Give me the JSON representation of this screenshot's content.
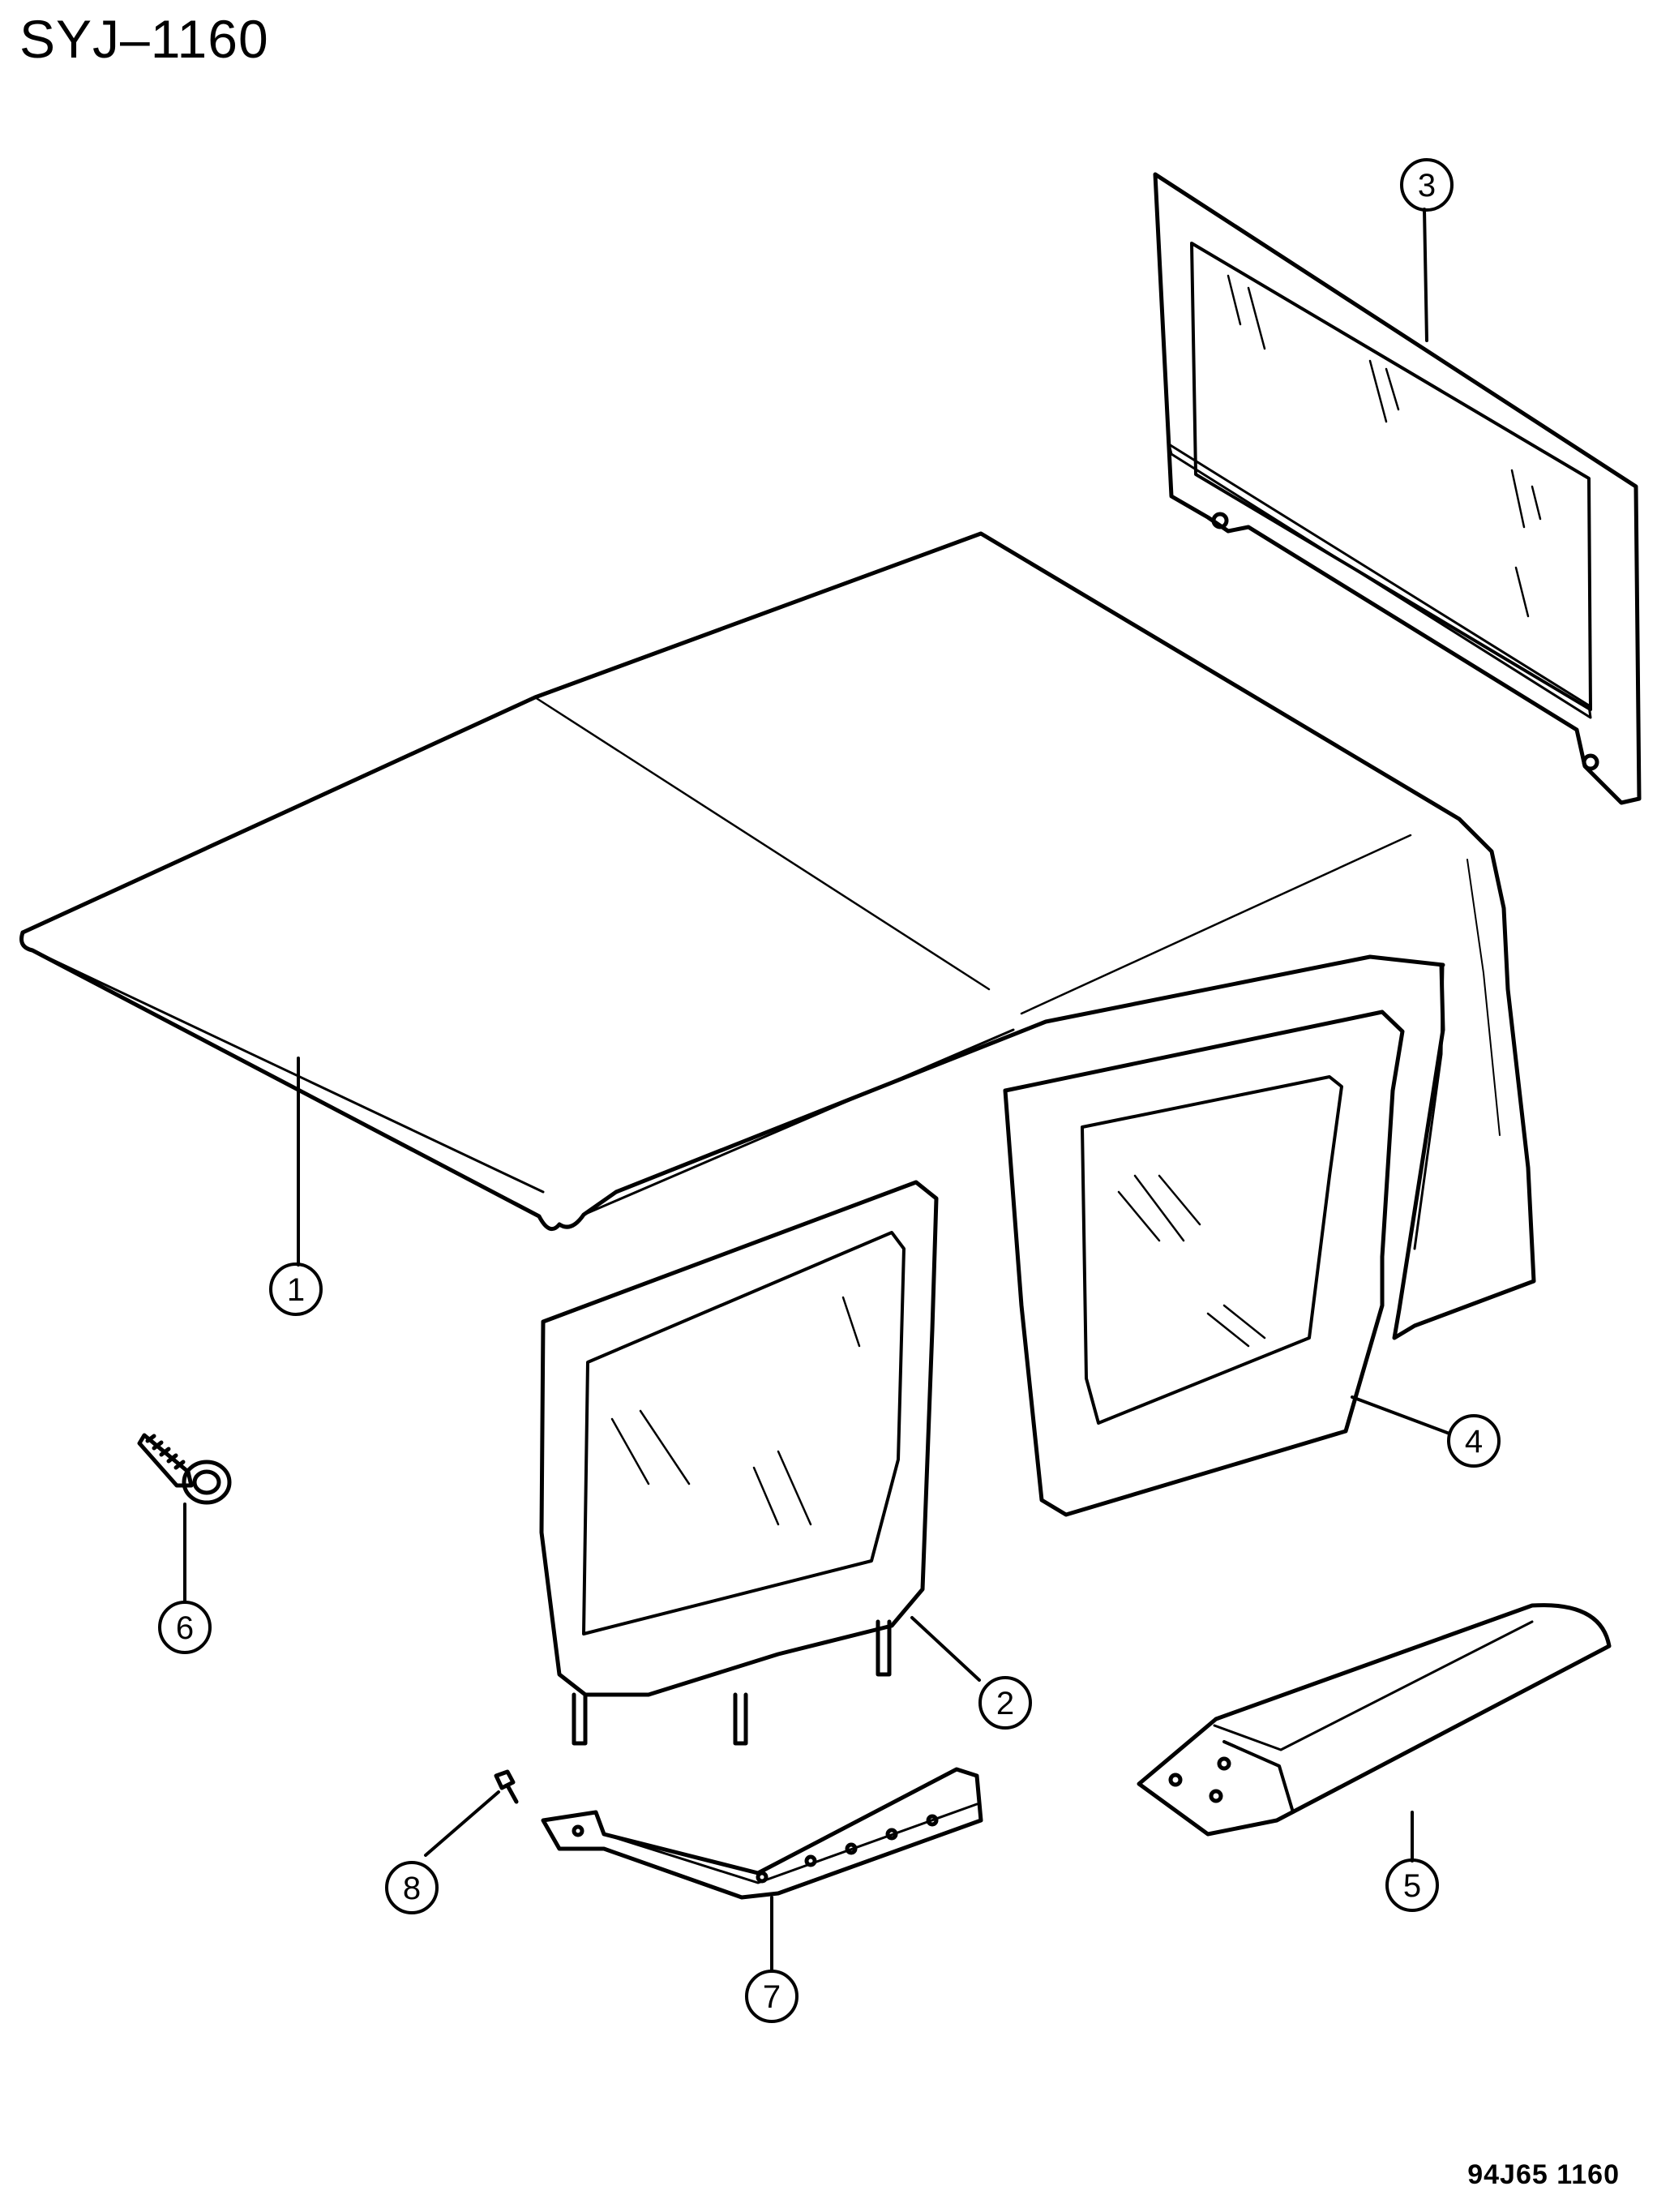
{
  "diagram": {
    "title": "SYJ–1160",
    "code": "94J65  1160",
    "colors": {
      "ink": "#000000",
      "paper": "#ffffff"
    },
    "callouts": [
      {
        "num": "1",
        "part": "soft-top-fabric"
      },
      {
        "num": "2",
        "part": "left-side-door-window"
      },
      {
        "num": "3",
        "part": "rear-window-panel"
      },
      {
        "num": "4",
        "part": "right-side-window-panel"
      },
      {
        "num": "5",
        "part": "storage-boot"
      },
      {
        "num": "6",
        "part": "screw"
      },
      {
        "num": "7",
        "part": "retainer-bracket"
      },
      {
        "num": "8",
        "part": "push-fastener"
      }
    ]
  }
}
